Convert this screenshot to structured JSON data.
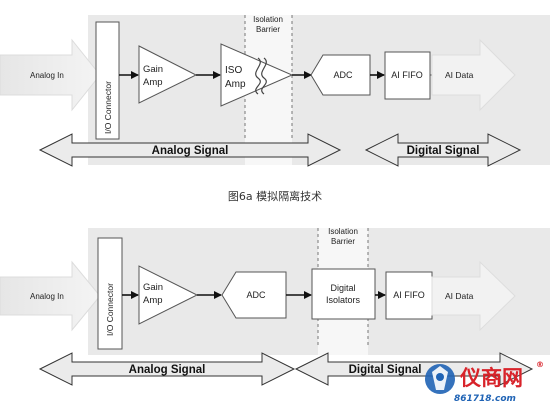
{
  "caption": "图6a 模拟隔离技术",
  "diagram_a": {
    "input_label": "Analog In",
    "connector_label": "I/O Connector",
    "gain_amp": [
      "Gain",
      "Amp"
    ],
    "iso_amp": [
      "ISO",
      "Amp"
    ],
    "barrier_label": [
      "Isolation",
      "Barrier"
    ],
    "adc_label": "ADC",
    "fifo_label": "AI FIFO",
    "output_label": "AI Data",
    "analog_signal": "Analog Signal",
    "digital_signal": "Digital Signal"
  },
  "diagram_b": {
    "input_label": "Analog In",
    "connector_label": "I/O Connector",
    "gain_amp": [
      "Gain",
      "Amp"
    ],
    "adc_label": "ADC",
    "barrier_label": [
      "Isolation",
      "Barrier"
    ],
    "digital_isolators": [
      "Digital",
      "Isolators"
    ],
    "fifo_label": "AI FIFO",
    "output_label": "AI Data",
    "analog_signal": "Analog Signal",
    "digital_signal": "Digital Signal"
  },
  "watermark": {
    "title": "仪商网",
    "url": "861718.com",
    "mark": "®"
  },
  "colors": {
    "panel": "#e9e9e9",
    "arrow_fill": "#ebebeb",
    "stroke": "#555555",
    "watermark_red": "#d8232a",
    "watermark_blue": "#1f63b5"
  }
}
